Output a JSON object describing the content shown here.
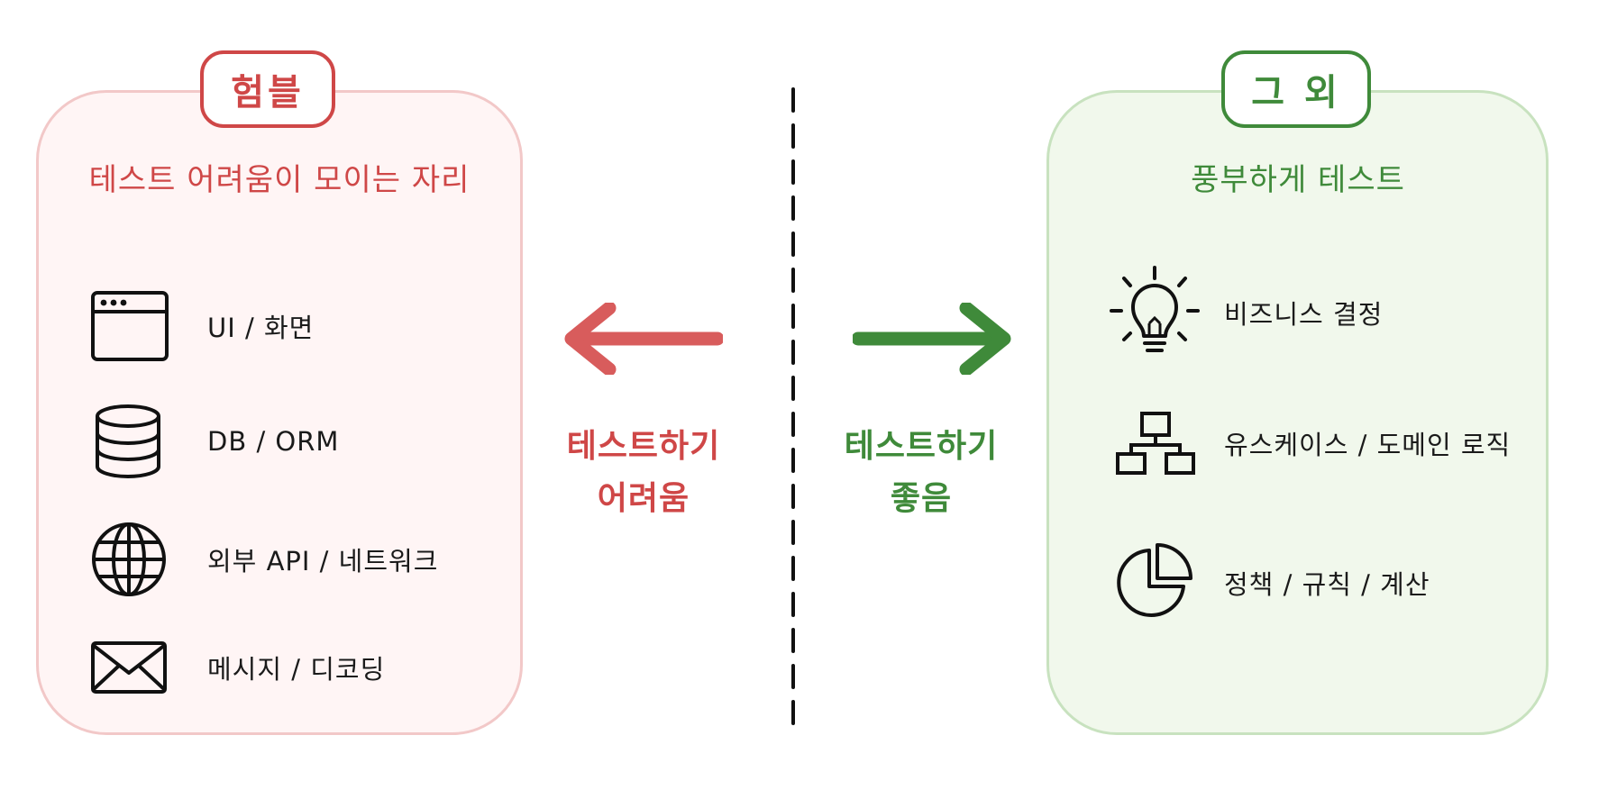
{
  "left_panel": {
    "tag": "험블",
    "subtitle": "테스트 어려움이 모이는 자리",
    "items": [
      {
        "icon": "browser-window-icon",
        "label": "UI / 화면"
      },
      {
        "icon": "database-icon",
        "label": "DB / ORM"
      },
      {
        "icon": "globe-icon",
        "label": "외부 API / 네트워크"
      },
      {
        "icon": "envelope-icon",
        "label": "메시지 / 디코딩"
      }
    ],
    "color": "#cf4747"
  },
  "right_panel": {
    "tag": "그 외",
    "subtitle": "풍부하게 테스트",
    "items": [
      {
        "icon": "lightbulb-icon",
        "label": "비즈니스 결정"
      },
      {
        "icon": "hierarchy-icon",
        "label": "유스케이스 / 도메인 로직"
      },
      {
        "icon": "pie-chart-icon",
        "label": "정책 / 규칙 / 계산"
      }
    ],
    "color": "#3f8a3a"
  },
  "center": {
    "left_caption": {
      "line1": "테스트하기",
      "line2": "어려움"
    },
    "right_caption": {
      "line1": "테스트하기",
      "line2": "좋음"
    }
  }
}
